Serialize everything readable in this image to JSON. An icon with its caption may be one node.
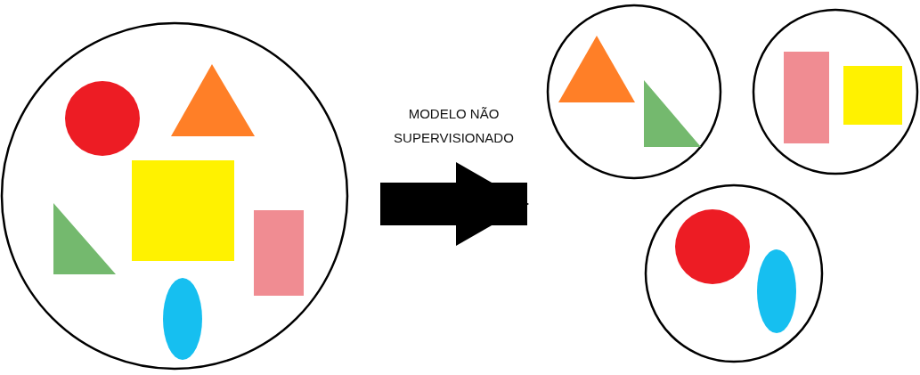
{
  "diagram": {
    "nodes": [
      {
        "text": [],
        "shape": "circle"
      },
      {
        "text": [],
        "shape": "circle"
      },
      {
        "text": [],
        "shape": "circle"
      },
      {
        "text": [],
        "shape": "circle"
      },
      {
        "text": [],
        "shape": "circle",
        "in": 0
      },
      {
        "text": [],
        "shape": "triangle",
        "in": 0
      },
      {
        "text": [],
        "shape": "square",
        "in": 0
      },
      {
        "text": [],
        "shape": "triangle",
        "in": 0
      },
      {
        "text": [],
        "shape": "box",
        "in": 0
      },
      {
        "text": [],
        "shape": "ellipse",
        "in": 0
      },
      {
        "text": [],
        "shape": "triangle",
        "in": 1
      },
      {
        "text": [],
        "shape": "triangle",
        "in": 1
      },
      {
        "text": [],
        "shape": "box",
        "in": 2
      },
      {
        "text": [],
        "shape": "square",
        "in": 2
      },
      {
        "text": [],
        "shape": "circle",
        "in": 3
      },
      {
        "text": [],
        "shape": "ellipse",
        "in": 3
      }
    ],
    "edges": [
      {
        "from": 0,
        "to": 1,
        "arrow": "to",
        "label": "MODELO NÃO SUPERVISIONADO"
      }
    ]
  }
}
